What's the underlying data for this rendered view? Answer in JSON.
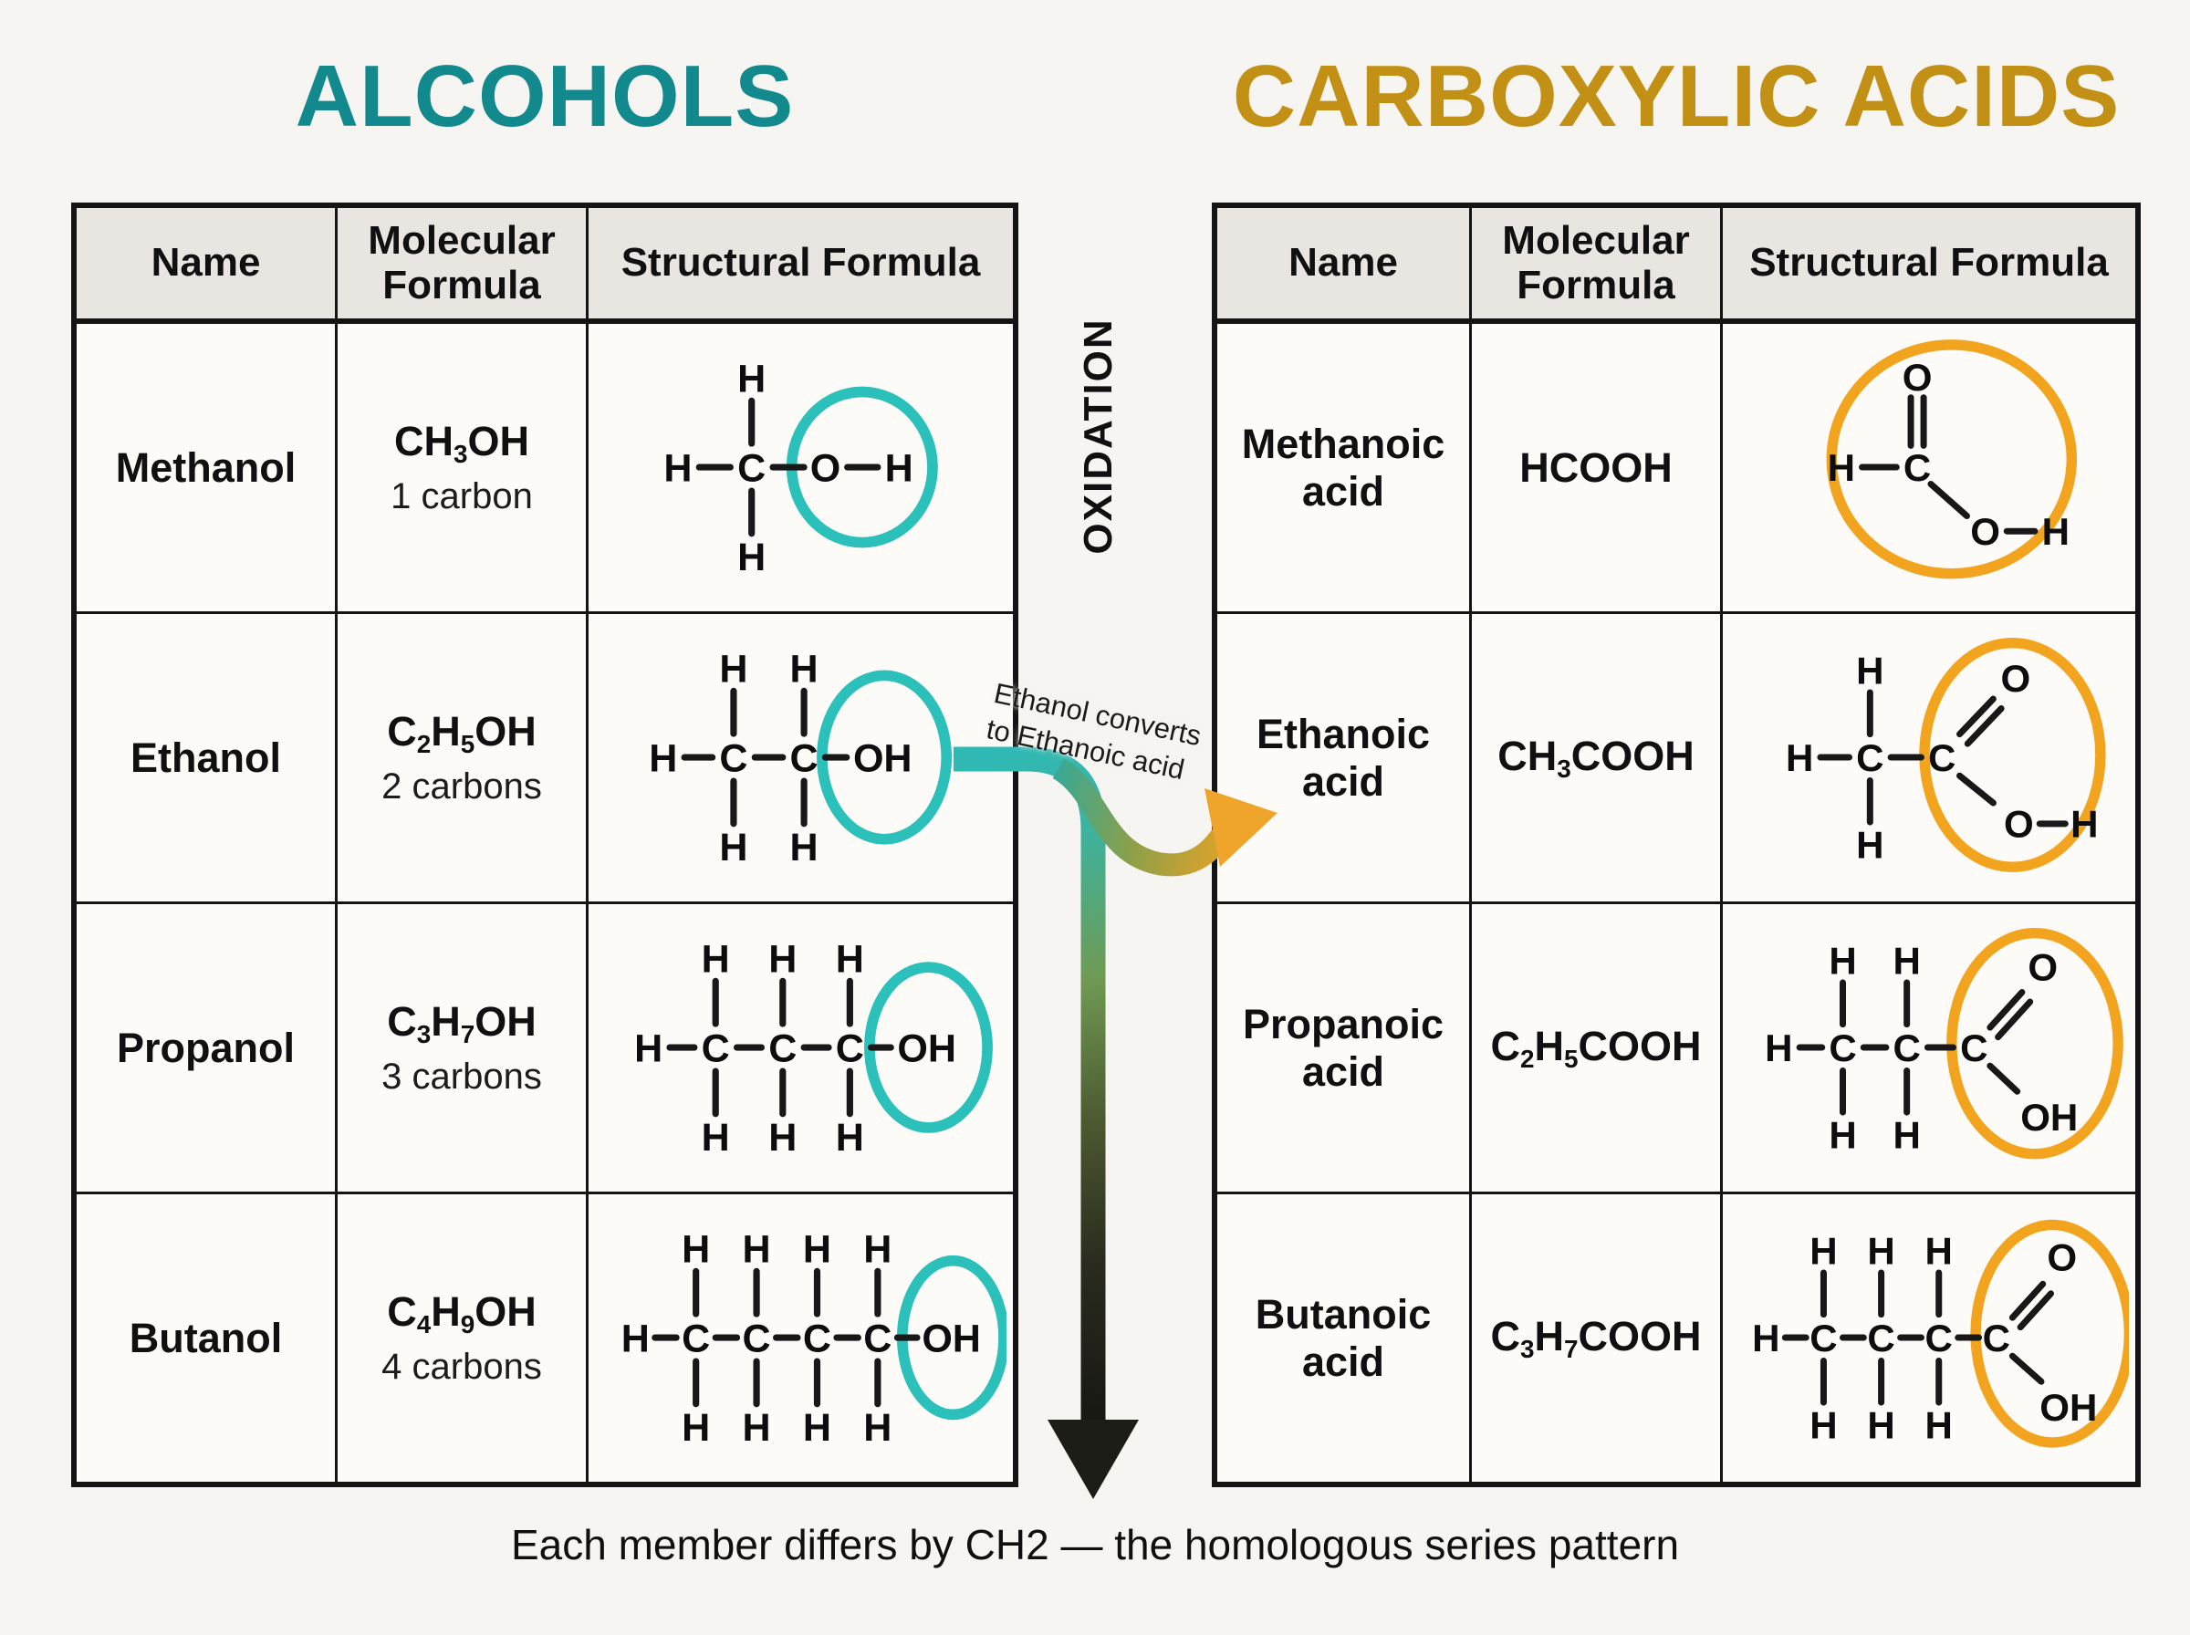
{
  "titles": {
    "left": {
      "text": "ALCOHOLS",
      "color": "#128a8d"
    },
    "right": {
      "text": "CARBOXYLIC ACIDS",
      "color": "#c19014"
    }
  },
  "middle": {
    "oxidation_label": "OXIDATION",
    "arrow_note_line1": "Ethanol converts",
    "arrow_note_line2": "to Ethanoic acid"
  },
  "caption": "Each member differs by CH2 — the homologous series pattern",
  "colors": {
    "teal": "#2cc0ba",
    "orange": "#f3a41f",
    "bond": "#181818",
    "arrow_teal": "#2eb9b5",
    "arrow_gold": "#efa52c",
    "arrow_black": "#1d1d17"
  },
  "tables": {
    "alcohols": {
      "headers": [
        "Name",
        "Molecular Formula",
        "Structural Formula"
      ],
      "rows": [
        {
          "name": "Methanol",
          "formula": [
            [
              "t",
              "CH"
            ],
            [
              "s",
              "3"
            ],
            [
              "t",
              "OH"
            ]
          ],
          "note": "1 carbon",
          "structure": "methanol"
        },
        {
          "name": "Ethanol",
          "formula": [
            [
              "t",
              "C"
            ],
            [
              "s",
              "2"
            ],
            [
              "t",
              "H"
            ],
            [
              "s",
              "5"
            ],
            [
              "t",
              "OH"
            ]
          ],
          "note": "2 carbons",
          "structure": "ethanol"
        },
        {
          "name": "Propanol",
          "formula": [
            [
              "t",
              "C"
            ],
            [
              "s",
              "3"
            ],
            [
              "t",
              "H"
            ],
            [
              "s",
              "7"
            ],
            [
              "t",
              "OH"
            ]
          ],
          "note": "3 carbons",
          "structure": "propanol"
        },
        {
          "name": "Butanol",
          "formula": [
            [
              "t",
              "C"
            ],
            [
              "s",
              "4"
            ],
            [
              "t",
              "H"
            ],
            [
              "s",
              "9"
            ],
            [
              "t",
              "OH"
            ]
          ],
          "note": "4 carbons",
          "structure": "butanol"
        }
      ]
    },
    "acids": {
      "headers": [
        "Name",
        "Molecular Formula",
        "Structural Formula"
      ],
      "rows": [
        {
          "name": "Methanoic acid",
          "formula": [
            [
              "t",
              "HCOOH"
            ]
          ],
          "note": "",
          "structure": "methanoic"
        },
        {
          "name": "Ethanoic acid",
          "formula": [
            [
              "t",
              "CH"
            ],
            [
              "s",
              "3"
            ],
            [
              "t",
              "COOH"
            ]
          ],
          "note": "",
          "structure": "ethanoic"
        },
        {
          "name": "Propanoic acid",
          "formula": [
            [
              "t",
              "C"
            ],
            [
              "s",
              "2"
            ],
            [
              "t",
              "H"
            ],
            [
              "s",
              "5"
            ],
            [
              "t",
              "COOH"
            ]
          ],
          "note": "",
          "structure": "propanoic"
        },
        {
          "name": "Butanoic acid",
          "formula": [
            [
              "t",
              "C"
            ],
            [
              "s",
              "3"
            ],
            [
              "t",
              "H"
            ],
            [
              "s",
              "7"
            ],
            [
              "t",
              "COOH"
            ]
          ],
          "note": "",
          "structure": "butanoic"
        }
      ]
    }
  },
  "structures": {
    "methanol": {
      "atoms": [
        [
          "H",
          100,
          165
        ],
        [
          "C",
          190,
          165
        ],
        [
          "O",
          280,
          165
        ],
        [
          "H",
          370,
          165
        ],
        [
          "H",
          190,
          56
        ],
        [
          "H",
          190,
          274
        ]
      ],
      "bonds": [
        [
          126,
          165,
          164,
          165
        ],
        [
          216,
          165,
          254,
          165
        ],
        [
          307,
          165,
          344,
          165
        ],
        [
          190,
          84,
          190,
          136
        ],
        [
          190,
          194,
          190,
          246
        ]
      ],
      "circle": [
        325,
        165,
        86,
        92,
        "teal"
      ]
    },
    "ethanol": {
      "atoms": [
        [
          "H",
          82,
          165
        ],
        [
          "C",
          168,
          165
        ],
        [
          "C",
          254,
          165
        ],
        [
          "OH",
          350,
          165
        ],
        [
          "H",
          168,
          56
        ],
        [
          "H",
          254,
          56
        ],
        [
          "H",
          168,
          274
        ],
        [
          "H",
          254,
          274
        ]
      ],
      "bonds": [
        [
          108,
          165,
          142,
          165
        ],
        [
          194,
          165,
          228,
          165
        ],
        [
          280,
          165,
          306,
          165
        ],
        [
          168,
          84,
          168,
          136
        ],
        [
          254,
          84,
          254,
          136
        ],
        [
          168,
          194,
          168,
          246
        ],
        [
          254,
          194,
          254,
          246
        ]
      ],
      "circle": [
        352,
        165,
        76,
        100,
        "teal"
      ]
    },
    "propanol": {
      "atoms": [
        [
          "H",
          64,
          165
        ],
        [
          "C",
          146,
          165
        ],
        [
          "C",
          228,
          165
        ],
        [
          "C",
          310,
          165
        ],
        [
          "OH",
          404,
          165
        ],
        [
          "H",
          146,
          56
        ],
        [
          "H",
          228,
          56
        ],
        [
          "H",
          310,
          56
        ],
        [
          "H",
          146,
          274
        ],
        [
          "H",
          228,
          274
        ],
        [
          "H",
          310,
          274
        ]
      ],
      "bonds": [
        [
          90,
          165,
          120,
          165
        ],
        [
          172,
          165,
          202,
          165
        ],
        [
          254,
          165,
          284,
          165
        ],
        [
          336,
          165,
          360,
          165
        ],
        [
          146,
          84,
          146,
          136
        ],
        [
          228,
          84,
          228,
          136
        ],
        [
          310,
          84,
          310,
          136
        ],
        [
          146,
          194,
          146,
          246
        ],
        [
          228,
          194,
          228,
          246
        ],
        [
          310,
          194,
          310,
          246
        ]
      ],
      "circle": [
        406,
        165,
        72,
        98,
        "teal"
      ]
    },
    "butanol": {
      "atoms": [
        [
          "H",
          48,
          165
        ],
        [
          "C",
          122,
          165
        ],
        [
          "C",
          196,
          165
        ],
        [
          "C",
          270,
          165
        ],
        [
          "C",
          344,
          165
        ],
        [
          "OH",
          434,
          165
        ],
        [
          "H",
          122,
          56
        ],
        [
          "H",
          196,
          56
        ],
        [
          "H",
          270,
          56
        ],
        [
          "H",
          344,
          56
        ],
        [
          "H",
          122,
          274
        ],
        [
          "H",
          196,
          274
        ],
        [
          "H",
          270,
          274
        ],
        [
          "H",
          344,
          274
        ]
      ],
      "bonds": [
        [
          72,
          165,
          98,
          165
        ],
        [
          146,
          165,
          172,
          165
        ],
        [
          220,
          165,
          246,
          165
        ],
        [
          294,
          165,
          320,
          165
        ],
        [
          368,
          165,
          392,
          165
        ],
        [
          122,
          84,
          122,
          136
        ],
        [
          196,
          84,
          196,
          136
        ],
        [
          270,
          84,
          270,
          136
        ],
        [
          344,
          84,
          344,
          136
        ],
        [
          122,
          194,
          122,
          246
        ],
        [
          196,
          194,
          196,
          246
        ],
        [
          270,
          194,
          270,
          246
        ],
        [
          344,
          194,
          344,
          246
        ]
      ],
      "circle": [
        436,
        165,
        62,
        94,
        "teal"
      ]
    },
    "methanoic": {
      "atoms": [
        [
          "H",
          140,
          165
        ],
        [
          "C",
          235,
          165
        ],
        [
          "O",
          235,
          52
        ],
        [
          "O",
          320,
          245
        ],
        [
          "H",
          408,
          245
        ]
      ],
      "bonds": [
        [
          166,
          165,
          209,
          165
        ],
        [
          227,
          78,
          227,
          138
        ],
        [
          243,
          78,
          243,
          138
        ],
        [
          252,
          186,
          297,
          226
        ],
        [
          347,
          245,
          382,
          245
        ]
      ],
      "circle": [
        278,
        155,
        150,
        143,
        "orange"
      ]
    },
    "ethanoic": {
      "atoms": [
        [
          "H",
          88,
          165
        ],
        [
          "C",
          176,
          165
        ],
        [
          "C",
          266,
          165
        ],
        [
          "O",
          358,
          66
        ],
        [
          "O",
          362,
          248
        ],
        [
          "H",
          444,
          248
        ],
        [
          "H",
          176,
          56
        ],
        [
          "H",
          176,
          274
        ]
      ],
      "bonds": [
        [
          114,
          165,
          150,
          165
        ],
        [
          202,
          165,
          240,
          165
        ],
        [
          176,
          84,
          176,
          136
        ],
        [
          176,
          194,
          176,
          246
        ],
        [
          288,
          136,
          330,
          92
        ],
        [
          298,
          148,
          340,
          104
        ],
        [
          288,
          188,
          330,
          222
        ],
        [
          388,
          248,
          420,
          248
        ]
      ],
      "circle": [
        354,
        162,
        110,
        140,
        "orange"
      ]
    },
    "propanoic": {
      "atoms": [
        [
          "H",
          62,
          165
        ],
        [
          "C",
          142,
          165
        ],
        [
          "C",
          222,
          165
        ],
        [
          "C",
          306,
          165
        ],
        [
          "O",
          392,
          64
        ],
        [
          "OH",
          400,
          252
        ],
        [
          "H",
          142,
          56
        ],
        [
          "H",
          222,
          56
        ],
        [
          "H",
          142,
          274
        ],
        [
          "H",
          222,
          274
        ]
      ],
      "bonds": [
        [
          88,
          165,
          116,
          165
        ],
        [
          168,
          165,
          196,
          165
        ],
        [
          248,
          165,
          280,
          165
        ],
        [
          142,
          84,
          142,
          136
        ],
        [
          222,
          84,
          222,
          136
        ],
        [
          142,
          194,
          142,
          246
        ],
        [
          222,
          194,
          222,
          246
        ],
        [
          326,
          140,
          366,
          96
        ],
        [
          336,
          152,
          376,
          108
        ],
        [
          326,
          188,
          360,
          220
        ]
      ],
      "circle": [
        382,
        160,
        104,
        138,
        "orange"
      ]
    },
    "butanoic": {
      "atoms": [
        [
          "H",
          46,
          165
        ],
        [
          "C",
          118,
          165
        ],
        [
          "C",
          190,
          165
        ],
        [
          "C",
          262,
          165
        ],
        [
          "C",
          334,
          165
        ],
        [
          "O",
          416,
          64
        ],
        [
          "OH",
          424,
          252
        ],
        [
          "H",
          118,
          56
        ],
        [
          "H",
          190,
          56
        ],
        [
          "H",
          262,
          56
        ],
        [
          "H",
          118,
          274
        ],
        [
          "H",
          190,
          274
        ],
        [
          "H",
          262,
          274
        ]
      ],
      "bonds": [
        [
          70,
          165,
          96,
          165
        ],
        [
          142,
          165,
          168,
          165
        ],
        [
          214,
          165,
          240,
          165
        ],
        [
          286,
          165,
          312,
          165
        ],
        [
          118,
          84,
          118,
          136
        ],
        [
          190,
          84,
          190,
          136
        ],
        [
          262,
          84,
          262,
          136
        ],
        [
          118,
          194,
          118,
          246
        ],
        [
          190,
          194,
          190,
          246
        ],
        [
          262,
          194,
          262,
          246
        ],
        [
          354,
          140,
          392,
          98
        ],
        [
          364,
          152,
          402,
          110
        ],
        [
          354,
          188,
          390,
          220
        ]
      ],
      "circle": [
        404,
        160,
        96,
        136,
        "orange"
      ]
    }
  }
}
